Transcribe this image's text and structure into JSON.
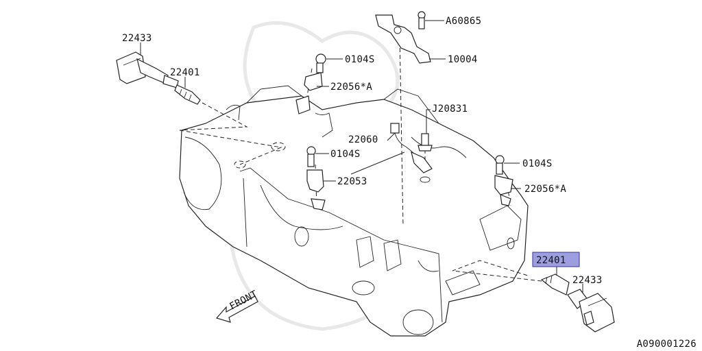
{
  "labels": {
    "coil_left": "22433",
    "plug_left": "22401",
    "bolt_top": "0104S",
    "sensor_top": "22056*A",
    "bracket_bolt": "A60865",
    "bracket": "10004",
    "clip": "J20831",
    "harness": "22060",
    "bolt_mid": "0104S",
    "cam_sensor": "22053",
    "bolt_right": "0104S",
    "sensor_right": "22056*A",
    "plug_right": "22401",
    "coil_right": "22433",
    "front": "FRONT",
    "ref_code": "A090001226"
  },
  "colors": {
    "highlight_fill": "#9d9ee0",
    "highlight_border": "#333399",
    "ink": "#222222"
  }
}
